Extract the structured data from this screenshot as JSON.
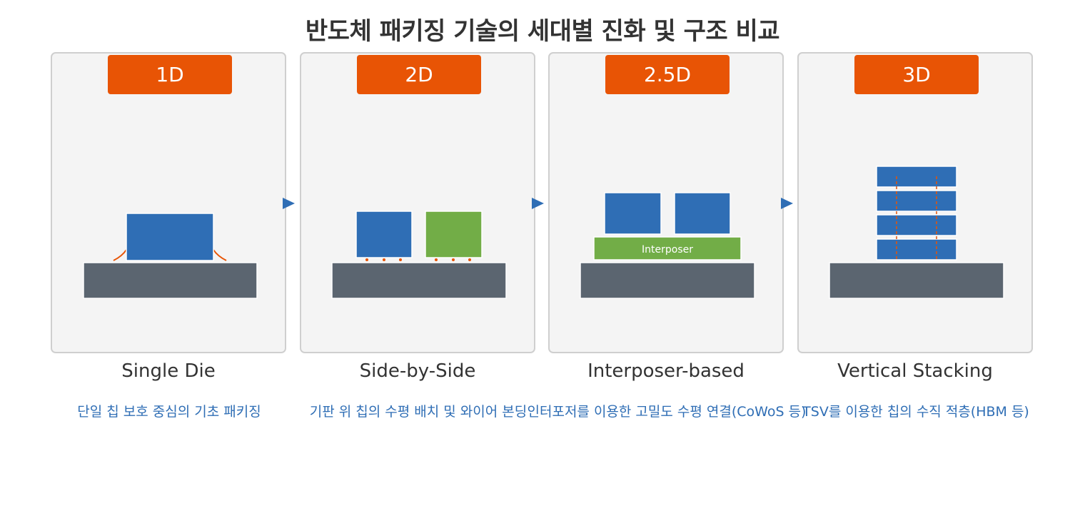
{
  "title": "반도체 패키징 기술의 세대별 진화 및 구조 비교",
  "colors": {
    "badge": "#e85405",
    "chip_blue": "#2f6eb5",
    "chip_green": "#72ad47",
    "substrate": "#5b6570",
    "panel_bg": "#f4f4f4",
    "desc_text": "#2f6eb5"
  },
  "stages": [
    {
      "badge": "1D",
      "label": "Single Die",
      "description": "단일 칩 보호 중심의 기초 패키징"
    },
    {
      "badge": "2D",
      "label": "Side-by-Side",
      "description": "기판 위 칩의 수평 배치 및 와이어 본딩"
    },
    {
      "badge": "2.5D",
      "label": "Interposer-based",
      "description": "인터포저를 이용한 고밀도 수평 연결(CoWoS 등)",
      "interposer_label": "Interposer"
    },
    {
      "badge": "3D",
      "label": "Vertical Stacking",
      "description": "TSV를 이용한 칩의 수직 적층(HBM 등)"
    }
  ]
}
